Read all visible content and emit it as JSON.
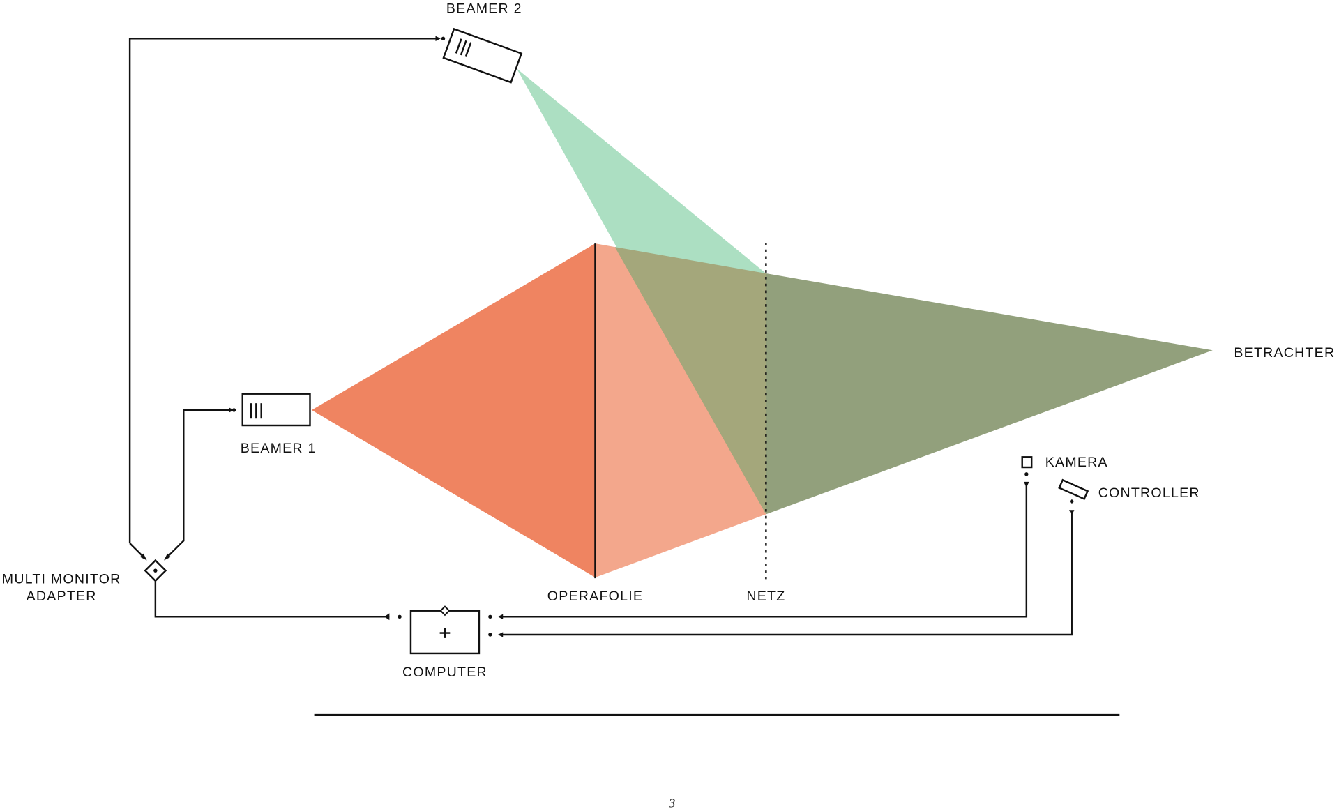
{
  "labels": {
    "beamer2": "BEAMER 2",
    "beamer1": "BEAMER 1",
    "adapter_line1": "MULTI MONITOR",
    "adapter_line2": "ADAPTER",
    "operafolie": "OPERAFOLIE",
    "netz": "NETZ",
    "betrachter": "BETRACHTER",
    "kamera": "KAMERA",
    "controller": "CONTROLLER",
    "computer": "COMPUTER"
  },
  "page_number": "3",
  "colors": {
    "beam1": "#ef8461",
    "beam1_reflected": "#f3a78c",
    "beam2": "#acdfc2",
    "overlap": "#a4a77b",
    "viewer_cone": "#92a07c",
    "line": "#111111"
  }
}
